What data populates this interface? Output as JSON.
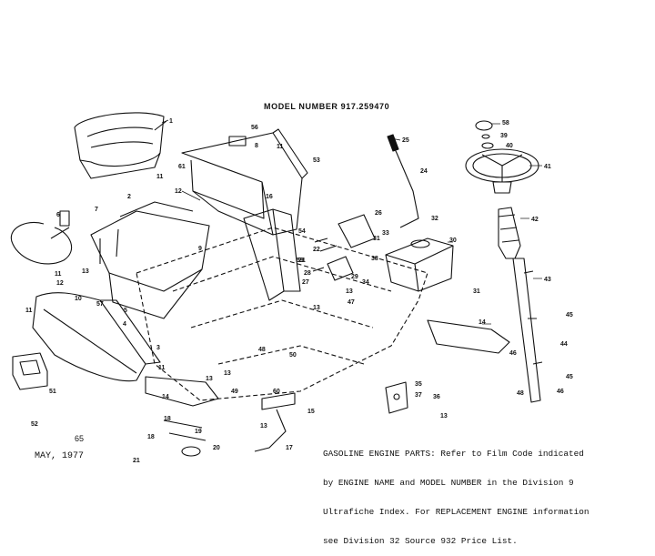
{
  "diagram": {
    "model_number": "MODEL NUMBER 917.259470",
    "date": "MAY, 1977",
    "page_number": "65",
    "note_lines": [
      "GASOLINE ENGINE PARTS: Refer to Film Code indicated",
      "by ENGINE NAME and MODEL NUMBER in the Division 9",
      "Ultrafiche Index. For REPLACEMENT ENGINE information",
      "see Division 32 Source 932 Price List."
    ],
    "callouts": [
      {
        "id": "c-1",
        "text": "1"
      },
      {
        "id": "c-2",
        "text": "2"
      },
      {
        "id": "c-3",
        "text": "3"
      },
      {
        "id": "c-4",
        "text": "4"
      },
      {
        "id": "c-5",
        "text": "5"
      },
      {
        "id": "c-6",
        "text": "6"
      },
      {
        "id": "c-7",
        "text": "7"
      },
      {
        "id": "c-8",
        "text": "8"
      },
      {
        "id": "c-9",
        "text": "9"
      },
      {
        "id": "c-10",
        "text": "10"
      },
      {
        "id": "c-11a",
        "text": "11"
      },
      {
        "id": "c-11b",
        "text": "11"
      },
      {
        "id": "c-11c",
        "text": "11"
      },
      {
        "id": "c-11d",
        "text": "11"
      },
      {
        "id": "c-11e",
        "text": "11"
      },
      {
        "id": "c-12a",
        "text": "12"
      },
      {
        "id": "c-12b",
        "text": "12"
      },
      {
        "id": "c-13a",
        "text": "13"
      },
      {
        "id": "c-13b",
        "text": "13"
      },
      {
        "id": "c-13c",
        "text": "13"
      },
      {
        "id": "c-13d",
        "text": "13"
      },
      {
        "id": "c-13e",
        "text": "13"
      },
      {
        "id": "c-13f",
        "text": "13"
      },
      {
        "id": "c-13g",
        "text": "13"
      },
      {
        "id": "c-14a",
        "text": "14"
      },
      {
        "id": "c-14b",
        "text": "14"
      },
      {
        "id": "c-15",
        "text": "15"
      },
      {
        "id": "c-16",
        "text": "16"
      },
      {
        "id": "c-17",
        "text": "17"
      },
      {
        "id": "c-18a",
        "text": "18"
      },
      {
        "id": "c-18b",
        "text": "18"
      },
      {
        "id": "c-19",
        "text": "19"
      },
      {
        "id": "c-20",
        "text": "20"
      },
      {
        "id": "c-21a",
        "text": "21"
      },
      {
        "id": "c-21b",
        "text": "21"
      },
      {
        "id": "c-22",
        "text": "22"
      },
      {
        "id": "c-24",
        "text": "24"
      },
      {
        "id": "c-25",
        "text": "25"
      },
      {
        "id": "c-26",
        "text": "26"
      },
      {
        "id": "c-27",
        "text": "27"
      },
      {
        "id": "c-28",
        "text": "28"
      },
      {
        "id": "c-29",
        "text": "29"
      },
      {
        "id": "c-30",
        "text": "30"
      },
      {
        "id": "c-31a",
        "text": "31"
      },
      {
        "id": "c-31b",
        "text": "31"
      },
      {
        "id": "c-32",
        "text": "32"
      },
      {
        "id": "c-33",
        "text": "33"
      },
      {
        "id": "c-34",
        "text": "34"
      },
      {
        "id": "c-35",
        "text": "35"
      },
      {
        "id": "c-36",
        "text": "36"
      },
      {
        "id": "c-37",
        "text": "37"
      },
      {
        "id": "c-38",
        "text": "38"
      },
      {
        "id": "c-39",
        "text": "39"
      },
      {
        "id": "c-40",
        "text": "40"
      },
      {
        "id": "c-41",
        "text": "41"
      },
      {
        "id": "c-42",
        "text": "42"
      },
      {
        "id": "c-43",
        "text": "43"
      },
      {
        "id": "c-44",
        "text": "44"
      },
      {
        "id": "c-45a",
        "text": "45"
      },
      {
        "id": "c-45b",
        "text": "45"
      },
      {
        "id": "c-46a",
        "text": "46"
      },
      {
        "id": "c-46b",
        "text": "46"
      },
      {
        "id": "c-47",
        "text": "47"
      },
      {
        "id": "c-48a",
        "text": "48"
      },
      {
        "id": "c-48b",
        "text": "48"
      },
      {
        "id": "c-49",
        "text": "49"
      },
      {
        "id": "c-50",
        "text": "50"
      },
      {
        "id": "c-51",
        "text": "51"
      },
      {
        "id": "c-52",
        "text": "52"
      },
      {
        "id": "c-53",
        "text": "53"
      },
      {
        "id": "c-54",
        "text": "54"
      },
      {
        "id": "c-56",
        "text": "56"
      },
      {
        "id": "c-57",
        "text": "57"
      },
      {
        "id": "c-58",
        "text": "58"
      },
      {
        "id": "c-59",
        "text": "59"
      },
      {
        "id": "c-60",
        "text": "60"
      },
      {
        "id": "c-61",
        "text": "61"
      }
    ]
  }
}
